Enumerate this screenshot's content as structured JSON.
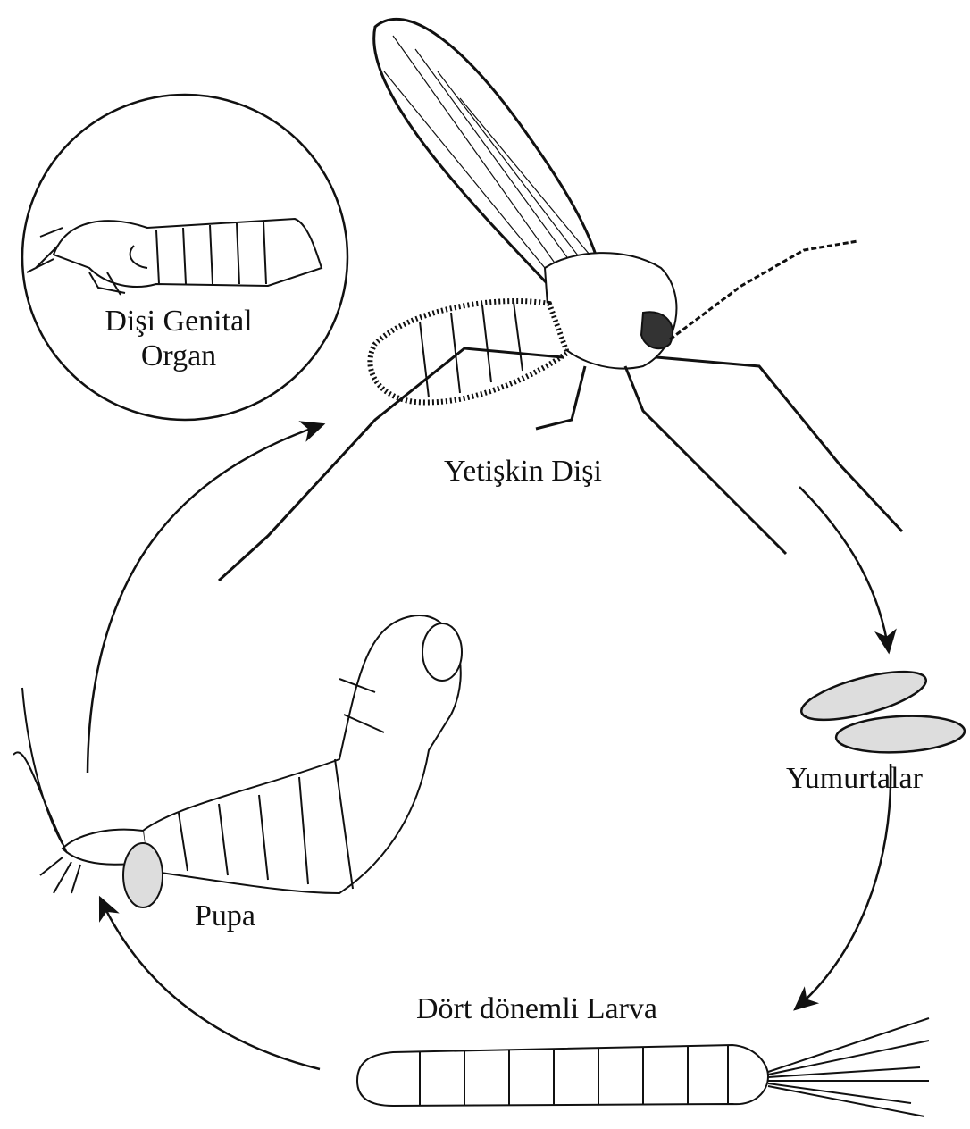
{
  "diagram": {
    "labels": {
      "genital_line1": "Dişi Genital",
      "genital_line2": "Organ",
      "adult": "Yetişkin Dişi",
      "eggs": "Yumurtalar",
      "larva": "Dört dönemli Larva",
      "pupa": "Pupa"
    },
    "stroke_color": "#111111",
    "background_color": "#ffffff"
  }
}
